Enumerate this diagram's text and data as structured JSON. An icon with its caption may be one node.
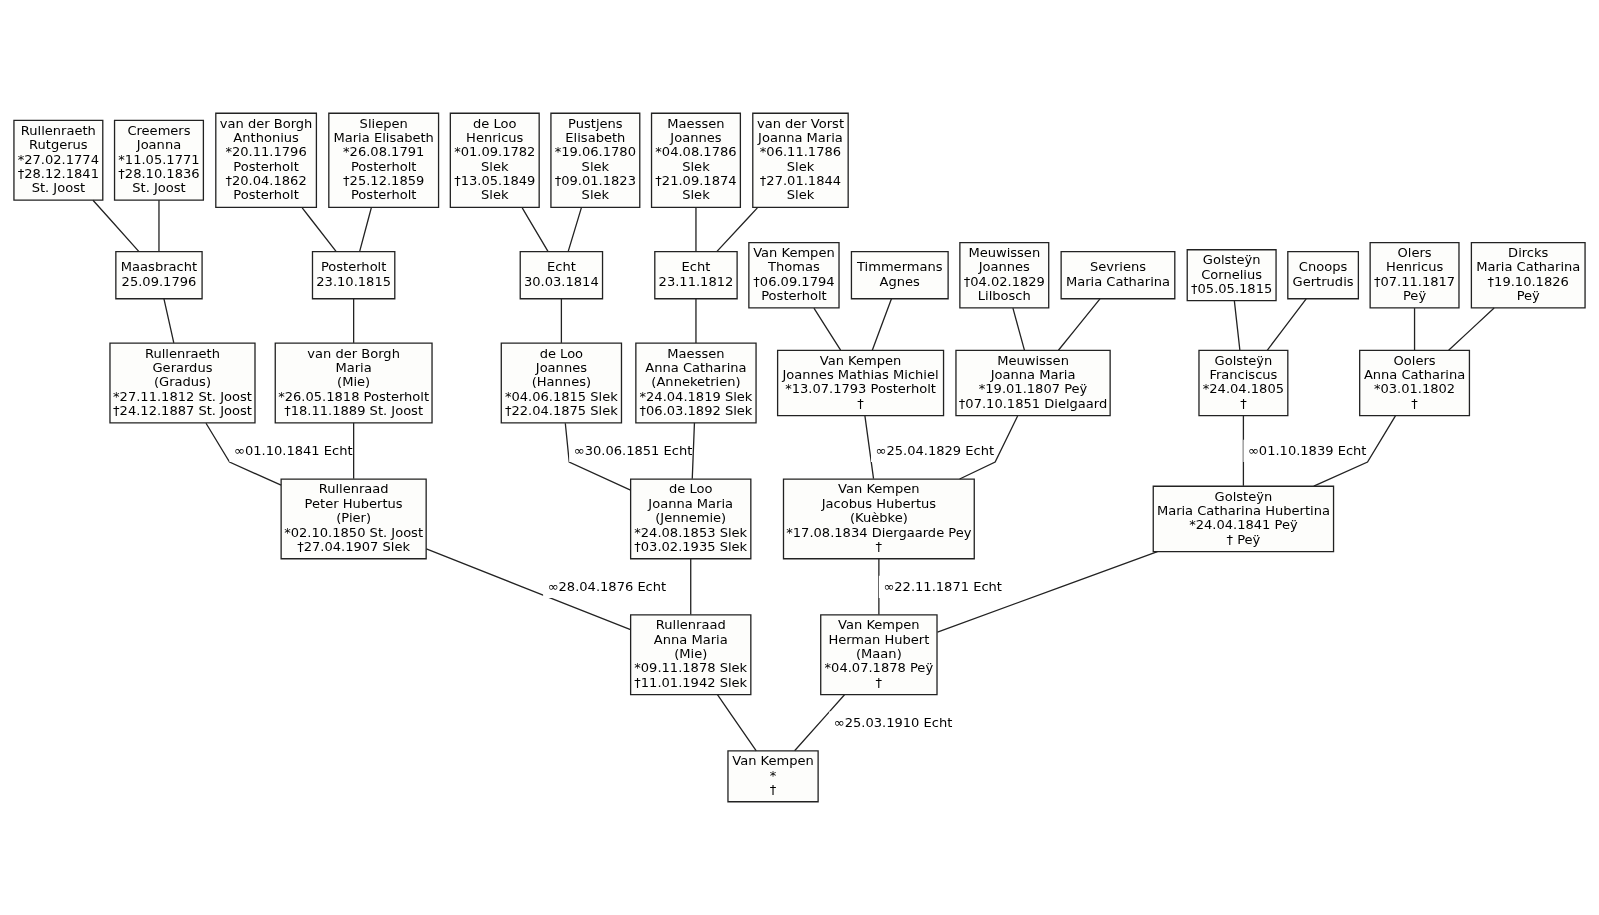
{
  "diagram": {
    "nodes": [
      {
        "text": [
          "Van Kempen",
          "Thomas",
          "†06.09.1794",
          "Posterholt"
        ]
      },
      {
        "text": [
          "Timmermans",
          "Agnes"
        ]
      },
      {
        "text": [
          "Meuwissen",
          "Joannes",
          "†04.02.1829",
          "Lilbosch"
        ]
      },
      {
        "text": [
          "Sevriens",
          "Maria Catharina"
        ]
      },
      {
        "text": [
          "Golsteÿn",
          "Cornelius",
          "†05.05.1815"
        ]
      },
      {
        "text": [
          "Cnoops",
          "Gertrudis"
        ]
      },
      {
        "text": [
          "Olers",
          "Henricus",
          "†07.11.1817",
          "Peÿ"
        ]
      },
      {
        "text": [
          "Dircks",
          "Maria Catharina",
          "†19.10.1826",
          "Peÿ"
        ]
      },
      {
        "text": [
          "Rullenraeth",
          "Rutgerus",
          "*27.02.1774",
          "†28.12.1841",
          "St. Joost"
        ]
      },
      {
        "text": [
          "Creemers",
          "Joanna",
          "*11.05.1771",
          "†28.10.1836",
          "St. Joost"
        ]
      },
      {
        "text": [
          "van der Borgh",
          "Anthonius",
          "*20.11.1796",
          "Posterholt",
          "†20.04.1862",
          "Posterholt"
        ]
      },
      {
        "text": [
          "Sliepen",
          "Maria Elisabeth",
          "*26.08.1791",
          "Posterholt",
          "†25.12.1859",
          "Posterholt"
        ]
      },
      {
        "text": [
          "de Loo",
          "Henricus",
          "*01.09.1782",
          "Slek",
          "†13.05.1849",
          "Slek"
        ]
      },
      {
        "text": [
          "Pustjens",
          "Elisabeth",
          "*19.06.1780",
          "Slek",
          "†09.01.1823",
          "Slek"
        ]
      },
      {
        "text": [
          "Maessen",
          "Joannes",
          "*04.08.1786",
          "Slek",
          "†21.09.1874",
          "Slek"
        ]
      },
      {
        "text": [
          "van der Vorst",
          "Joanna Maria",
          "*06.11.1786",
          "Slek",
          "†27.01.1844",
          "Slek"
        ]
      },
      {
        "text": [
          "Maasbracht",
          "25.09.1796"
        ]
      },
      {
        "text": [
          "Posterholt",
          "23.10.1815"
        ]
      },
      {
        "text": [
          "Echt",
          "30.03.1814"
        ]
      },
      {
        "text": [
          "Echt",
          "23.11.1812"
        ]
      },
      {
        "text": [
          "Van Kempen",
          "Joannes Mathias Michiel",
          "*13.07.1793 Posterholt",
          "†"
        ]
      },
      {
        "text": [
          "Meuwissen",
          "Joanna Maria",
          "*19.01.1807 Peÿ",
          "†07.10.1851 Dielgaard"
        ]
      },
      {
        "text": [
          "Golsteÿn",
          "Franciscus",
          "*24.04.1805",
          "†"
        ]
      },
      {
        "text": [
          "Oolers",
          "Anna Catharina",
          "*03.01.1802",
          "†"
        ]
      },
      {
        "text": [
          "Rullenraeth",
          "Gerardus",
          "(Gradus)",
          "*27.11.1812 St. Joost",
          "†24.12.1887 St. Joost"
        ]
      },
      {
        "text": [
          "van der Borgh",
          "Maria",
          "(Mie)",
          "*26.05.1818 Posterholt",
          "†18.11.1889 St. Joost"
        ]
      },
      {
        "text": [
          "de Loo",
          "Joannes",
          "(Hannes)",
          "*04.06.1815 Slek",
          "†22.04.1875 Slek"
        ]
      },
      {
        "text": [
          "Maessen",
          "Anna Catharina",
          "(Anneketrien)",
          "*24.04.1819 Slek",
          "†06.03.1892 Slek"
        ]
      },
      {
        "text": [
          "Van Kempen",
          "Jacobus Hubertus",
          "(Kuèbke)",
          "*17.08.1834 Diergaarde Pey",
          "†"
        ]
      },
      {
        "text": [
          "Golsteÿn",
          "Maria Catharina Hubertina",
          "*24.04.1841 Peÿ",
          "† Peÿ"
        ]
      },
      {
        "text": [
          "Rullenraad",
          "Peter Hubertus",
          "(Pier)",
          "*02.10.1850 St. Joost",
          "†27.04.1907 Slek"
        ]
      },
      {
        "text": [
          "de Loo",
          "Joanna Maria",
          "(Jennemie)",
          "*24.08.1853 Slek",
          "†03.02.1935 Slek"
        ]
      },
      {
        "text": [
          "Van Kempen",
          "Herman Hubert",
          "(Maan)",
          "*04.07.1878 Peÿ",
          "†"
        ]
      },
      {
        "text": [
          "Rullenraad",
          "Anna Maria",
          "(Mie)",
          "*09.11.1878 Slek",
          "†11.01.1942 Slek"
        ]
      },
      {
        "text": [
          "Van Kempen",
          "*",
          "†"
        ]
      }
    ],
    "edges": [
      {
        "from": 0,
        "to": 20,
        "arrow": "none"
      },
      {
        "from": 1,
        "to": 20,
        "arrow": "none"
      },
      {
        "from": 2,
        "to": 21,
        "arrow": "none"
      },
      {
        "from": 3,
        "to": 21,
        "arrow": "none"
      },
      {
        "from": 4,
        "to": 22,
        "arrow": "none"
      },
      {
        "from": 5,
        "to": 22,
        "arrow": "none"
      },
      {
        "from": 6,
        "to": 23,
        "arrow": "none"
      },
      {
        "from": 7,
        "to": 23,
        "arrow": "none"
      },
      {
        "from": 8,
        "to": 16,
        "arrow": "none"
      },
      {
        "from": 9,
        "to": 16,
        "arrow": "none"
      },
      {
        "from": 16,
        "to": 24,
        "arrow": "none"
      },
      {
        "from": 10,
        "to": 17,
        "arrow": "none"
      },
      {
        "from": 11,
        "to": 17,
        "arrow": "none"
      },
      {
        "from": 17,
        "to": 25,
        "arrow": "none"
      },
      {
        "from": 12,
        "to": 18,
        "arrow": "none"
      },
      {
        "from": 13,
        "to": 18,
        "arrow": "none"
      },
      {
        "from": 18,
        "to": 26,
        "arrow": "none"
      },
      {
        "from": 14,
        "to": 19,
        "arrow": "none"
      },
      {
        "from": 15,
        "to": 19,
        "arrow": "none"
      },
      {
        "from": 19,
        "to": 27,
        "arrow": "none"
      },
      {
        "from": 20,
        "to": 28,
        "arrow": "none",
        "label": "∞25.04.1829 Echt"
      },
      {
        "from": 21,
        "to": 28,
        "arrow": "none"
      },
      {
        "from": 22,
        "to": 29,
        "arrow": "none",
        "label": "∞01.10.1839 Echt"
      },
      {
        "from": 23,
        "to": 29,
        "arrow": "none"
      },
      {
        "from": 24,
        "to": 30,
        "arrow": "none",
        "label": "∞01.10.1841 Echt"
      },
      {
        "from": 25,
        "to": 30,
        "arrow": "none"
      },
      {
        "from": 26,
        "to": 31,
        "arrow": "none",
        "label": "∞30.06.1851 Echt"
      },
      {
        "from": 27,
        "to": 31,
        "arrow": "none"
      },
      {
        "from": 28,
        "to": 32,
        "arrow": "none",
        "label": "∞22.11.1871 Echt"
      },
      {
        "from": 29,
        "to": 32,
        "arrow": "none"
      },
      {
        "from": 30,
        "to": 33,
        "arrow": "none",
        "label": "∞28.04.1876 Echt"
      },
      {
        "from": 31,
        "to": 33,
        "arrow": "none"
      },
      {
        "from": 32,
        "to": 34,
        "arrow": "none",
        "label": "∞25.03.1910 Echt"
      },
      {
        "from": 33,
        "to": 34,
        "arrow": "none"
      }
    ]
  }
}
